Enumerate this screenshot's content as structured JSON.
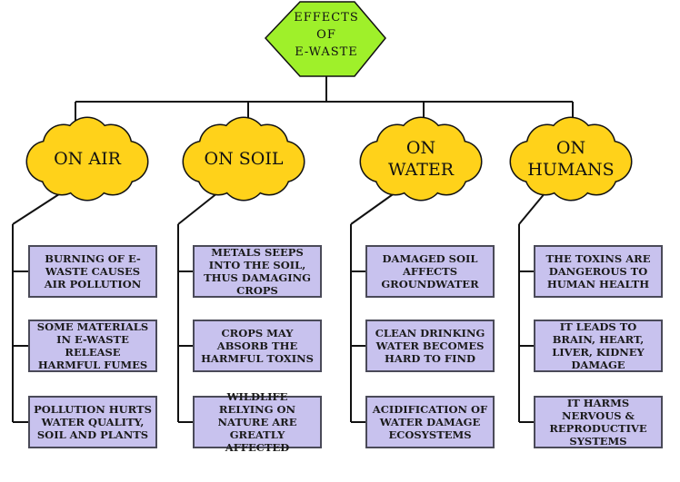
{
  "title": [
    "EFFECTS",
    "OF",
    "E-WASTE"
  ],
  "colors": {
    "title_fill": "#9ff02a",
    "cloud_fill": "#ffd21a",
    "box_fill": "#c8c2ee",
    "line": "#111111"
  },
  "categories": [
    {
      "label": [
        "ON AIR"
      ],
      "items": [
        "BURNING OF E-WASTE CAUSES AIR POLLUTION",
        "SOME MATERIALS IN E-WASTE RELEASE HARMFUL FUMES",
        "POLLUTION HURTS WATER QUALITY, SOIL AND PLANTS"
      ]
    },
    {
      "label": [
        "ON SOIL"
      ],
      "items": [
        "METALS SEEPS INTO THE SOIL, THUS DAMAGING CROPS",
        "CROPS MAY ABSORB THE HARMFUL TOXINS",
        "WILDLIFE RELYING ON NATURE ARE GREATLY AFFECTED"
      ]
    },
    {
      "label": [
        "ON",
        "WATER"
      ],
      "items": [
        "DAMAGED SOIL AFFECTS GROUNDWATER",
        "CLEAN DRINKING WATER BECOMES HARD TO FIND",
        "ACIDIFICATION OF WATER DAMAGE ECOSYSTEMS"
      ]
    },
    {
      "label": [
        "ON",
        "HUMANS"
      ],
      "items": [
        "THE TOXINS ARE DANGEROUS TO HUMAN HEALTH",
        "IT LEADS TO BRAIN, HEART, LIVER, KIDNEY DAMAGE",
        "IT HARMS NERVOUS & REPRODUCTIVE SYSTEMS"
      ]
    }
  ]
}
